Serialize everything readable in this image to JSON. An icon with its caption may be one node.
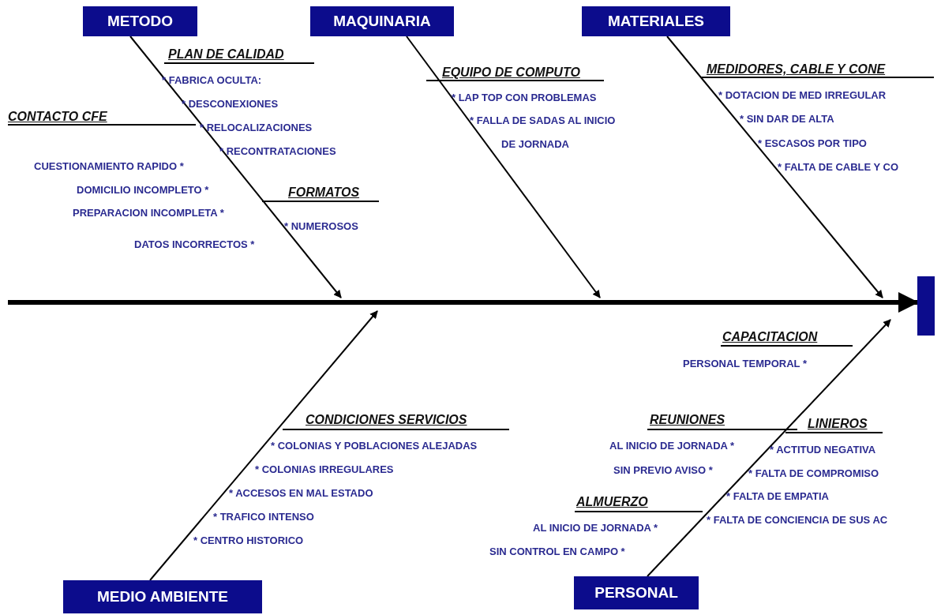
{
  "diagram": {
    "nodes": [
      {
        "text": [
          "METODO"
        ]
      },
      {
        "text": [
          "MAQUINARIA"
        ]
      },
      {
        "text": [
          "MATERIALES"
        ]
      },
      {
        "text": [],
        "shape": "box"
      },
      {
        "text": [
          "MEDIO AMBIENTE"
        ]
      },
      {
        "text": [
          "PERSONAL"
        ]
      }
    ],
    "edges": [
      {
        "from": 0,
        "to": null,
        "arrow": "to"
      },
      {
        "from": 1,
        "to": null,
        "arrow": "to"
      },
      {
        "from": 2,
        "to": null,
        "arrow": "to"
      },
      {
        "from": null,
        "to": 3,
        "arrow": "to",
        "style": "thick"
      },
      {
        "from": 4,
        "to": null,
        "arrow": "to"
      },
      {
        "from": 5,
        "to": null,
        "arrow": "to"
      }
    ],
    "labels": [
      "PLAN DE CALIDAD",
      "* FABRICA OCULTA:",
      "* DESCONEXIONES",
      "CONTACTO CFE",
      "* RELOCALIZACIONES",
      "* RECONTRATACIONES",
      "CUESTIONAMIENTO RAPIDO *",
      "DOMICILIO INCOMPLETO *",
      "FORMATOS",
      "PREPARACION INCOMPLETA *",
      "* NUMEROSOS",
      "DATOS INCORRECTOS *",
      "EQUIPO DE COMPUTO",
      "* LAP TOP CON PROBLEMAS",
      "* FALLA DE SADAS AL INICIO DE JORNADA",
      "MEDIDORES, CABLE Y CONE",
      "* DOTACION DE MED IRREGULAR",
      "* SIN DAR DE ALTA",
      "* ESCASOS POR TIPO",
      "* FALTA DE CABLE Y CO",
      "CAPACITACION",
      "PERSONAL TEMPORAL *",
      "CONDICIONES SERVICIOS",
      "* COLONIAS Y POBLACIONES ALEJADAS",
      "* COLONIAS IRREGULARES",
      "* ACCESOS EN MAL ESTADO",
      "* TRAFICO INTENSO",
      "* CENTRO HISTORICO",
      "REUNIONES",
      "LINIEROS",
      "AL INICIO DE JORNADA *",
      "* ACTITUD NEGATIVA",
      "SIN PREVIO AVISO *",
      "* FALTA DE COMPROMISO",
      "* FALTA DE EMPATIA",
      "ALMUERZO",
      "* FALTA DE CONCIENCIA DE SUS AC",
      "AL INICIO DE JORNADA *",
      "SIN CONTROL EN CAMPO *"
    ]
  }
}
